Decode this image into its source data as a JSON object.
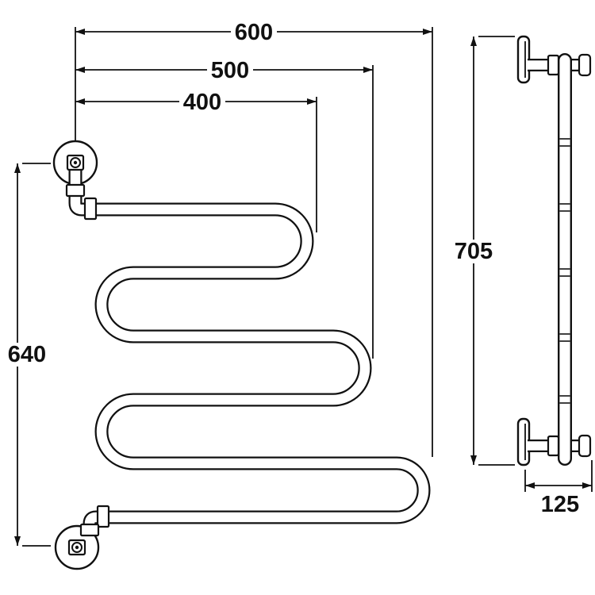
{
  "drawing": {
    "background": "#ffffff",
    "line_color": "#111111",
    "dimensions": {
      "front_width_outer": {
        "label": "600"
      },
      "front_width_middle": {
        "label": "500"
      },
      "front_width_inner": {
        "label": "400"
      },
      "front_height": {
        "label": "640"
      },
      "side_height": {
        "label": "705"
      },
      "side_depth": {
        "label": "125"
      }
    }
  }
}
